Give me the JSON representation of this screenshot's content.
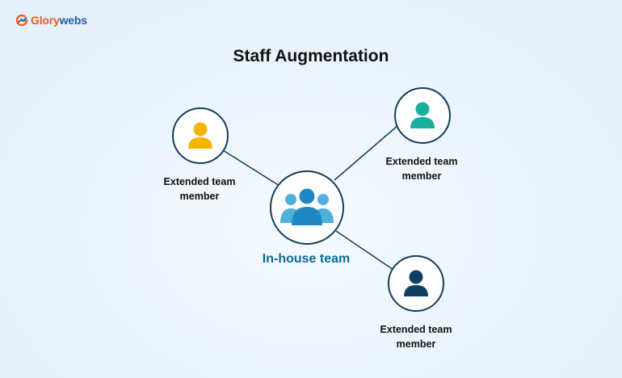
{
  "brand": {
    "logo_part1": "Glory",
    "logo_part2": "webs",
    "mark_color": "#f15a24"
  },
  "title": "Staff Augmentation",
  "center": {
    "label": "In-house team",
    "icon": "team-group-icon",
    "colors": {
      "main": "#1e88c3",
      "side": "#4fb0dd"
    }
  },
  "members": [
    {
      "label_line1": "Extended team",
      "label_line2": "member",
      "icon": "person-icon",
      "color": "#f6b400"
    },
    {
      "label_line1": "Extended team",
      "label_line2": "member",
      "icon": "person-icon",
      "color": "#1aae9f"
    },
    {
      "label_line1": "Extended team",
      "label_line2": "member",
      "icon": "person-icon",
      "color": "#0e3f63"
    }
  ],
  "colors": {
    "connector": "#123e5a",
    "node_border": "#123e5a",
    "center_label": "#0c6a92",
    "title": "#111111"
  }
}
